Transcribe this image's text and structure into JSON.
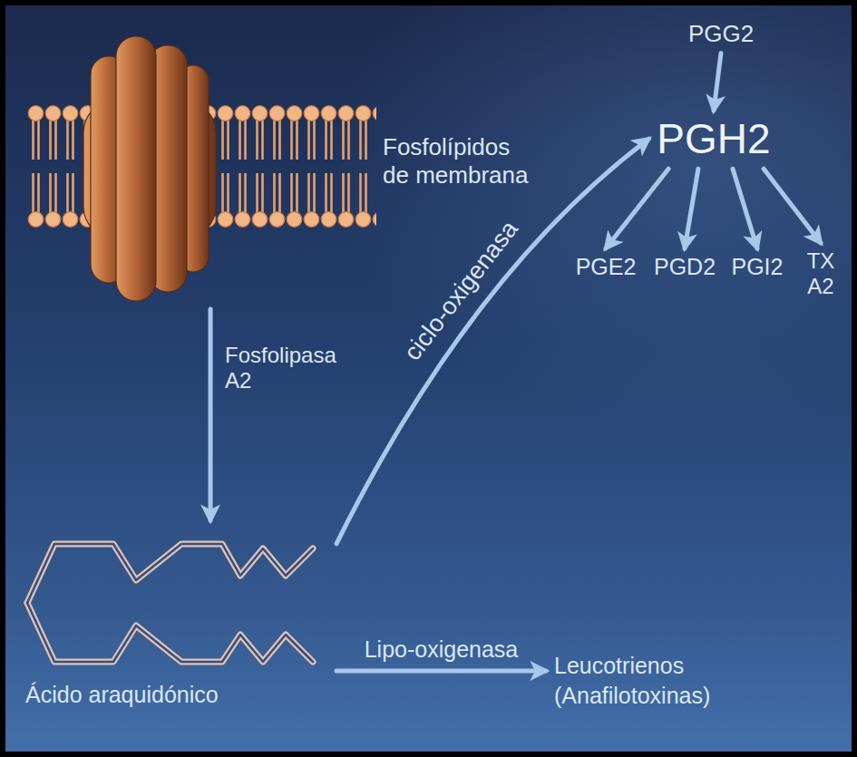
{
  "diagram": {
    "nodes": [
      {
        "text": [
          "Fosfolípidos de membrana"
        ]
      },
      {
        "text": [
          "Ácido araquidónico"
        ]
      },
      {
        "text": [
          "PGG2"
        ]
      },
      {
        "text": [
          "PGH2"
        ]
      },
      {
        "text": [
          "PGE2"
        ]
      },
      {
        "text": [
          "PGD2"
        ]
      },
      {
        "text": [
          "PGI2"
        ]
      },
      {
        "text": [
          "TX A2"
        ]
      },
      {
        "text": [
          "Leucotrienos (Anafilotoxinas)"
        ]
      }
    ],
    "edges": [
      {
        "from": 0,
        "to": 1,
        "arrow": "to",
        "label": "Fosfolipasa A2"
      },
      {
        "from": 1,
        "to": 3,
        "arrow": "to",
        "label": "ciclo-oxigenasa"
      },
      {
        "from": 2,
        "to": 3,
        "arrow": "to"
      },
      {
        "from": 3,
        "to": 4,
        "arrow": "to"
      },
      {
        "from": 3,
        "to": 5,
        "arrow": "to"
      },
      {
        "from": 3,
        "to": 6,
        "arrow": "to"
      },
      {
        "from": 3,
        "to": 7,
        "arrow": "to"
      },
      {
        "from": 1,
        "to": 8,
        "arrow": "to",
        "label": "Lipo-oxigenasa"
      }
    ]
  }
}
